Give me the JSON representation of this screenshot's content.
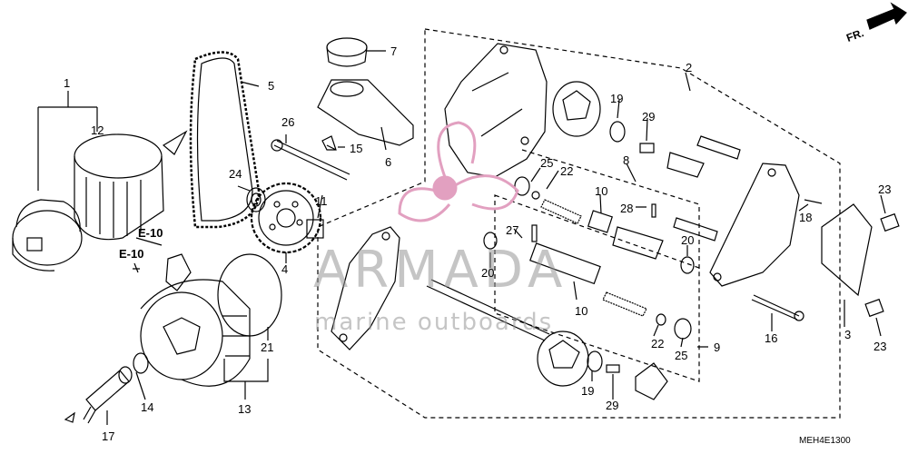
{
  "diagram": {
    "code": "MEH4E1300",
    "direction_label": "FR.",
    "watermark": {
      "main": "ARMADA",
      "sub": "marine outboards"
    },
    "refs": [
      "E-10",
      "E-10"
    ],
    "labels": [
      "1",
      "12",
      "5",
      "7",
      "6",
      "26",
      "15",
      "24",
      "11",
      "4",
      "2",
      "19",
      "29",
      "8",
      "25",
      "22",
      "10",
      "28",
      "20",
      "27",
      "9",
      "3",
      "23",
      "18",
      "16",
      "21",
      "13",
      "14",
      "17"
    ]
  }
}
